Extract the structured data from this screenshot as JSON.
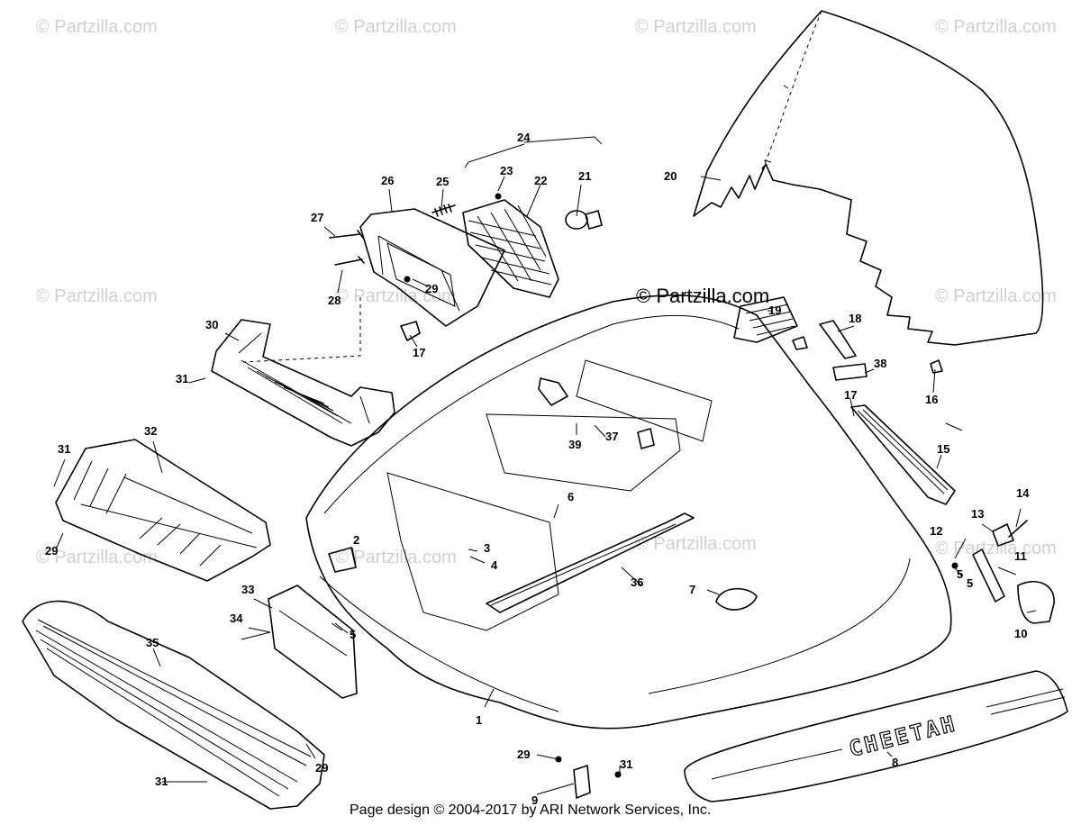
{
  "watermark": "© Partzilla.com",
  "footer": "Page design © 2004-2017 by ARI Network Services, Inc.",
  "decal_text": "CHEETAH",
  "callouts": [
    "1",
    "2",
    "3",
    "4",
    "5",
    "5",
    "5",
    "6",
    "7",
    "8",
    "9",
    "10",
    "11",
    "12",
    "13",
    "14",
    "15",
    "16",
    "17",
    "17",
    "18",
    "19",
    "20",
    "21",
    "22",
    "23",
    "24",
    "25",
    "26",
    "27",
    "28",
    "29",
    "29",
    "29",
    "29",
    "30",
    "31",
    "31",
    "31",
    "31",
    "32",
    "33",
    "34",
    "35",
    "36",
    "37",
    "38",
    "39"
  ]
}
